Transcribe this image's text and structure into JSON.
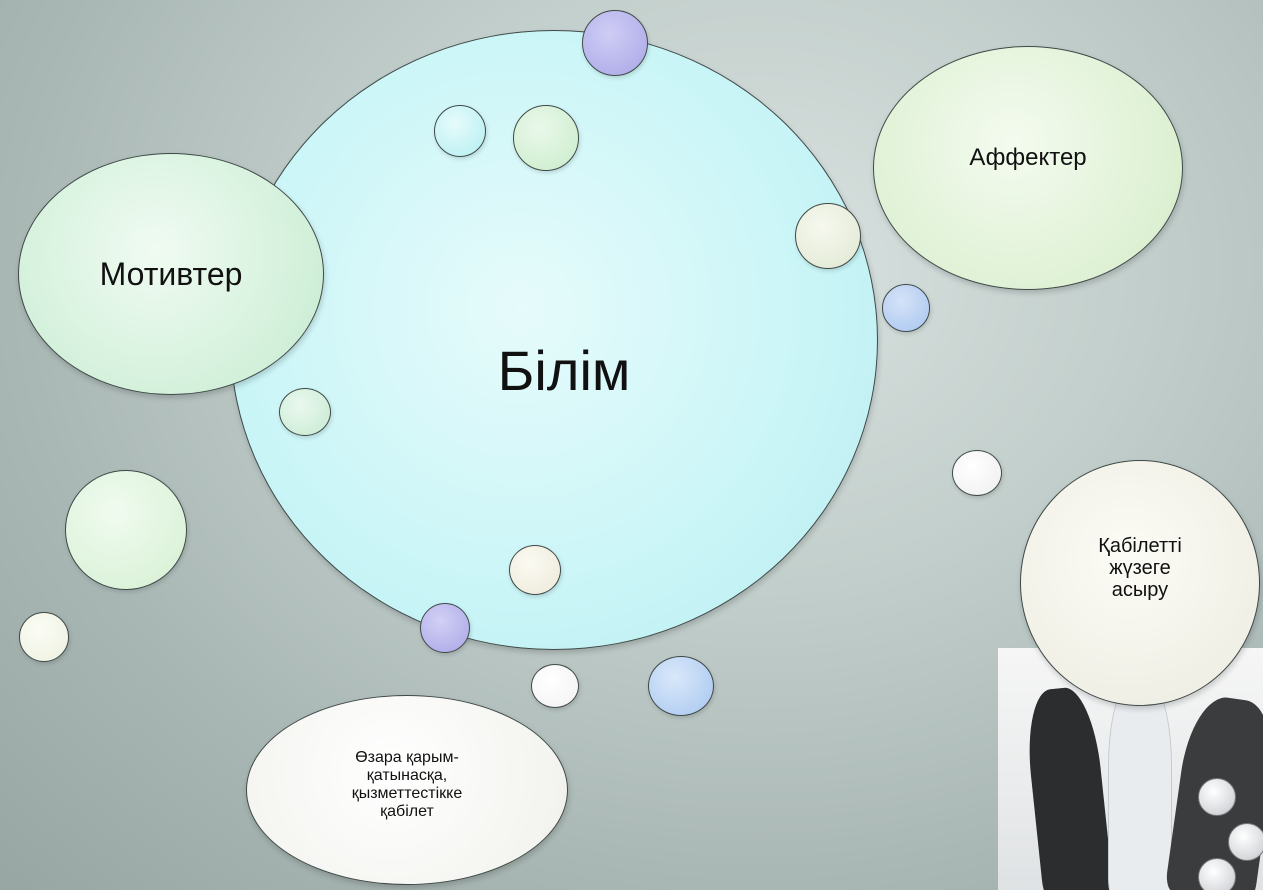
{
  "nodes": {
    "center": "Білім",
    "motives": "Мотивтер",
    "affects": "Аффектер",
    "ability": [
      "Қабілетті",
      "жүзеге",
      "асыру"
    ],
    "interaction": [
      "Өзара қарым-",
      "қатынасқа,",
      "қызметтестікке",
      "қабілет"
    ]
  },
  "colors": {
    "background": "#b7c4c1",
    "center_fill": "#c9f5f7",
    "green_fill": "#d2f0da",
    "purple_bubble": "#a9a6e6",
    "blue_bubble": "#a7c6ef",
    "outline": "#3f4a48"
  }
}
